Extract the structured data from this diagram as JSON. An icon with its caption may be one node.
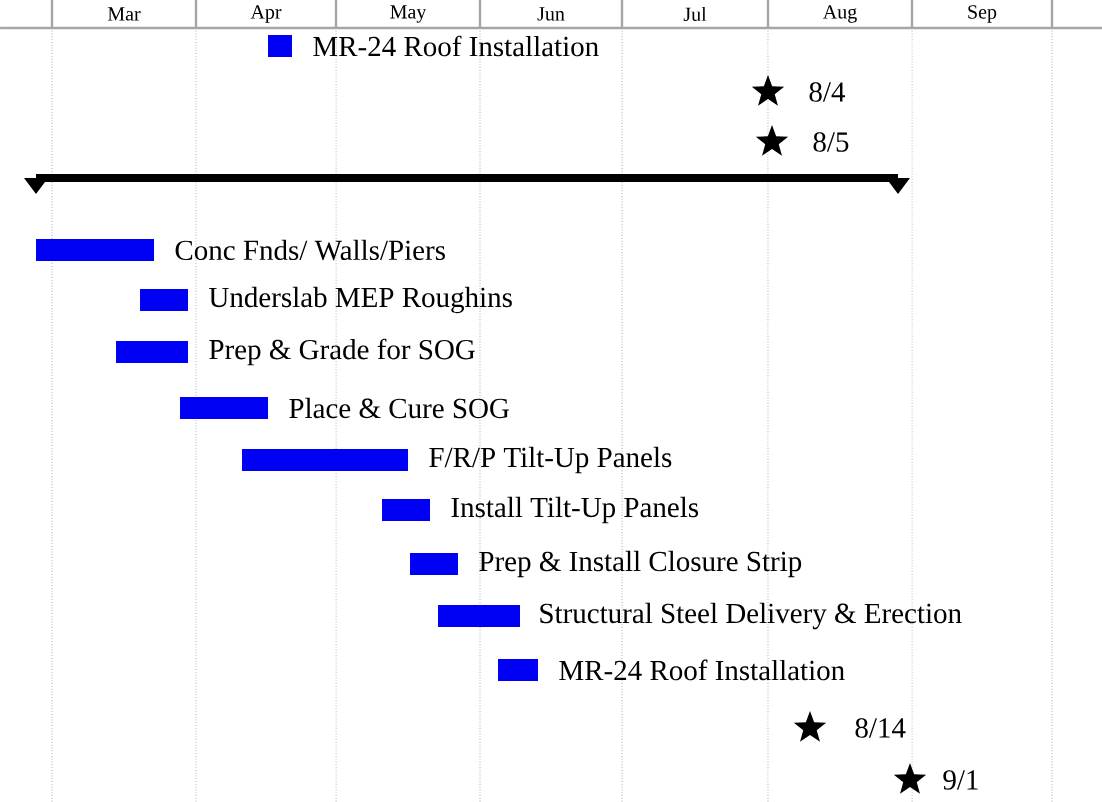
{
  "diagram": {
    "nodes": [
      {
        "text": [],
        "shape": "bar",
        "beside": [
          "MR-24 Roof Installation"
        ]
      },
      {
        "text": [],
        "shape": "star",
        "beside": [
          "8/4"
        ]
      },
      {
        "text": [],
        "shape": "star",
        "beside": [
          "8/5"
        ]
      },
      {
        "text": [],
        "shape": "line"
      },
      {
        "text": [],
        "shape": "bar",
        "beside": [
          "Conc Fnds/ Walls/Piers"
        ]
      },
      {
        "text": [],
        "shape": "bar",
        "beside": [
          "Underslab MEP Roughins"
        ]
      },
      {
        "text": [],
        "shape": "bar",
        "beside": [
          "Prep & Grade for SOG"
        ]
      },
      {
        "text": [],
        "shape": "bar",
        "beside": [
          "Place & Cure SOG"
        ]
      },
      {
        "text": [],
        "shape": "bar",
        "beside": [
          "F/R/P Tilt-Up Panels"
        ]
      },
      {
        "text": [],
        "shape": "bar",
        "beside": [
          "Install Tilt-Up Panels"
        ]
      },
      {
        "text": [],
        "shape": "bar",
        "beside": [
          "Prep & Install Closure Strip"
        ]
      },
      {
        "text": [],
        "shape": "bar",
        "beside": [
          "Structural Steel Delivery & Erection"
        ]
      },
      {
        "text": [],
        "shape": "bar",
        "beside": [
          "MR-24 Roof Installation"
        ]
      },
      {
        "text": [],
        "shape": "star",
        "beside": [
          "8/14"
        ]
      },
      {
        "text": [],
        "shape": "star",
        "beside": [
          "9/1"
        ]
      }
    ],
    "labels": [
      "Mar",
      "Apr",
      "May",
      "Jun",
      "Jul",
      "Aug",
      "Sep"
    ]
  }
}
